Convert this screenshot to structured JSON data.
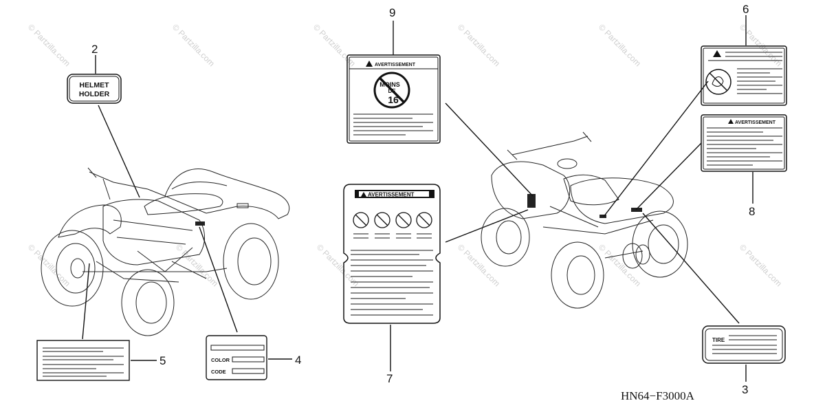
{
  "diagram": {
    "code": "HN64−F3000A",
    "watermark": "© Partzilla.com",
    "callouts": {
      "c2": "2",
      "c3": "3",
      "c4": "4",
      "c5": "5",
      "c6": "6",
      "c7": "7",
      "c8": "8",
      "c9": "9"
    },
    "labels": {
      "helmet_line1": "HELMET",
      "helmet_line2": "HOLDER",
      "color": "COLOR",
      "code": "CODE",
      "tire": "TIRE",
      "avert_9": "AVERTISSEMENT",
      "avert_7": "AVERTISSEMENT",
      "avert_8": "AVERTISSEMENT",
      "moins_line1": "MOINS",
      "moins_line2": "DE",
      "moins_line3": "16"
    }
  }
}
